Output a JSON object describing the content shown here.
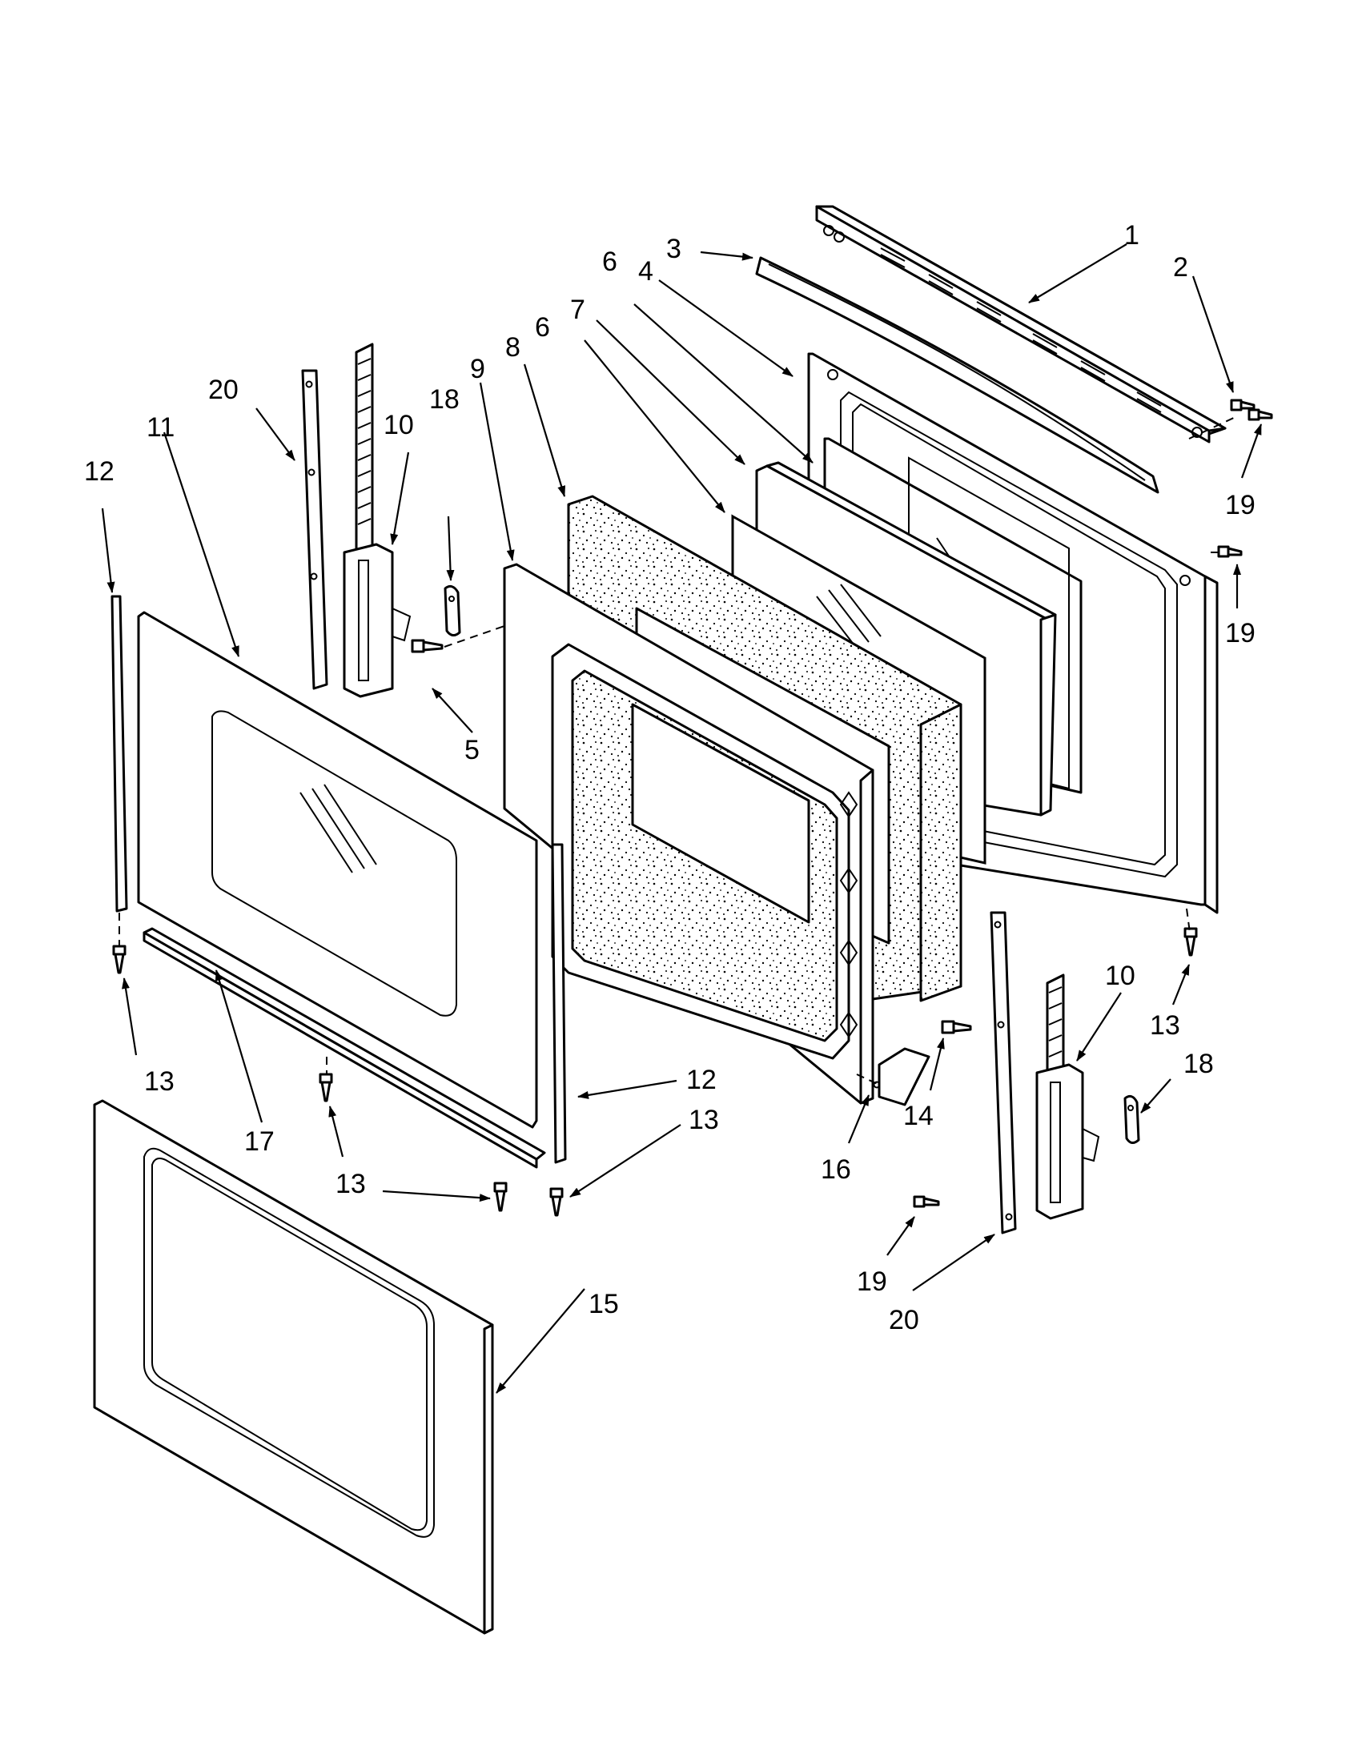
{
  "callouts": {
    "c1": "1",
    "c2": "2",
    "c3": "3",
    "c4": "4",
    "c5": "5",
    "c6a": "6",
    "c6b": "6",
    "c7": "7",
    "c8": "8",
    "c9": "9",
    "c10a": "10",
    "c10b": "10",
    "c11": "11",
    "c12a": "12",
    "c12b": "12",
    "c13a": "13",
    "c13b": "13",
    "c13c": "13",
    "c13d": "13",
    "c14": "14",
    "c15": "15",
    "c16": "16",
    "c17": "17",
    "c18a": "18",
    "c18b": "18",
    "c19a": "19",
    "c19b": "19",
    "c19c": "19",
    "c20a": "20",
    "c20b": "20"
  },
  "colors": {
    "line": "#000000",
    "background": "#ffffff",
    "foam": "#f2f2f2"
  }
}
